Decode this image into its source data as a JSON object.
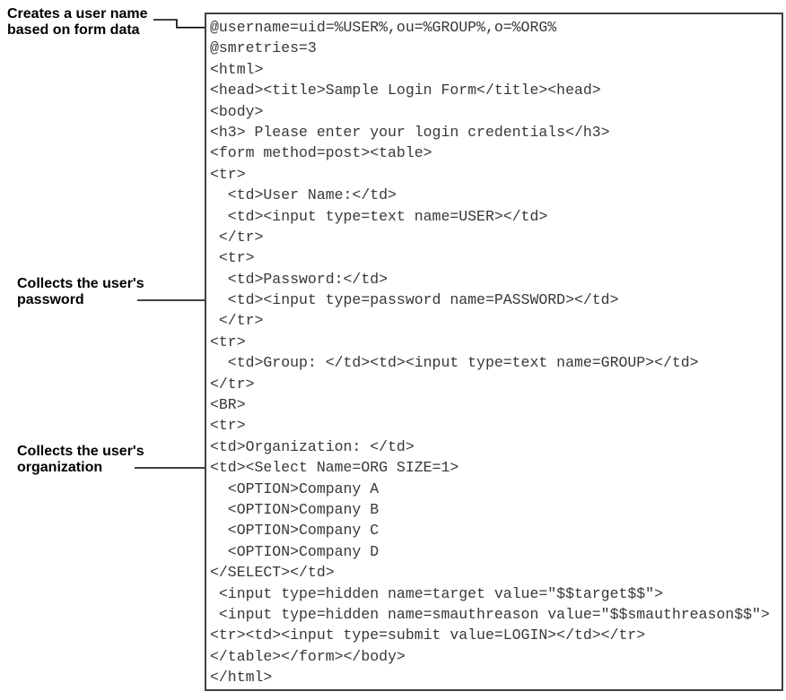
{
  "figure": {
    "description_colors": {
      "background": "#ffffff",
      "box_border": "#404040",
      "code_text": "#373737",
      "annotation_text": "#000000",
      "pointer_line": "#000000"
    }
  },
  "annotations": [
    {
      "line1": "Creates a user name",
      "line2": "based on form data"
    },
    {
      "line1": "Collects the user's",
      "line2": "password"
    },
    {
      "line1": "Collects the user's",
      "line2": "organization"
    }
  ],
  "code": {
    "lines": [
      "@username=uid=%USER%,ou=%GROUP%,o=%ORG%",
      "@smretries=3",
      "<html>",
      "<head><title>Sample Login Form</title><head>",
      "<body>",
      "<h3> Please enter your login credentials</h3>",
      "<form method=post><table>",
      "<tr>",
      "  <td>User Name:</td>",
      "  <td><input type=text name=USER></td>",
      " </tr>",
      " <tr>",
      "  <td>Password:</td>",
      "  <td><input type=password name=PASSWORD></td>",
      " </tr>",
      "<tr>",
      "  <td>Group: </td><td><input type=text name=GROUP></td>",
      "</tr>",
      "<BR>",
      "<tr>",
      "<td>Organization: </td>",
      "<td><Select Name=ORG SIZE=1>",
      "  <OPTION>Company A",
      "  <OPTION>Company B",
      "  <OPTION>Company C",
      "  <OPTION>Company D",
      "</SELECT></td>",
      " <input type=hidden name=target value=\"$$target$$\">",
      " <input type=hidden name=smauthreason value=\"$$smauthreason$$\">",
      "<tr><td><input type=submit value=LOGIN></td></tr>",
      "</table></form></body>",
      "</html>"
    ]
  }
}
